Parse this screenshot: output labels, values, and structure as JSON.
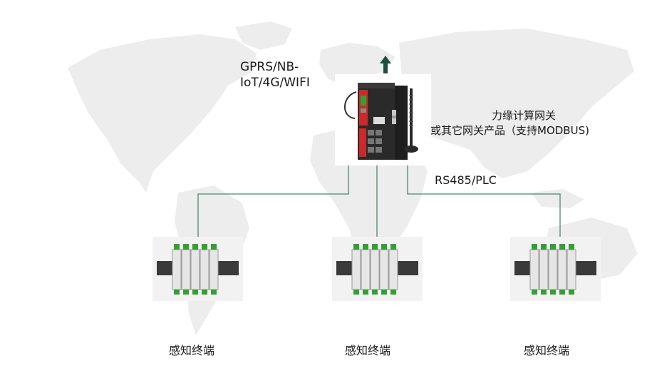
{
  "labels": {
    "network": {
      "line1": "GPRS/NB-",
      "line2": "IoT/4G/WIFI"
    },
    "gateway": {
      "line1": "力缘计算网关",
      "line2": "或其它网关产品（支持MODBUS)"
    },
    "bus": "RS485/PLC",
    "terminals": [
      "感知终端",
      "感知终端",
      "感知终端"
    ]
  },
  "colors": {
    "map": "#ededed",
    "line": "#4a8a6a",
    "arrow": "#1f4f3d",
    "device_body": "#2a2a2a",
    "device_red": "#cc2a2a",
    "module": "#e6e6e6",
    "terminal_green": "#33a033"
  }
}
